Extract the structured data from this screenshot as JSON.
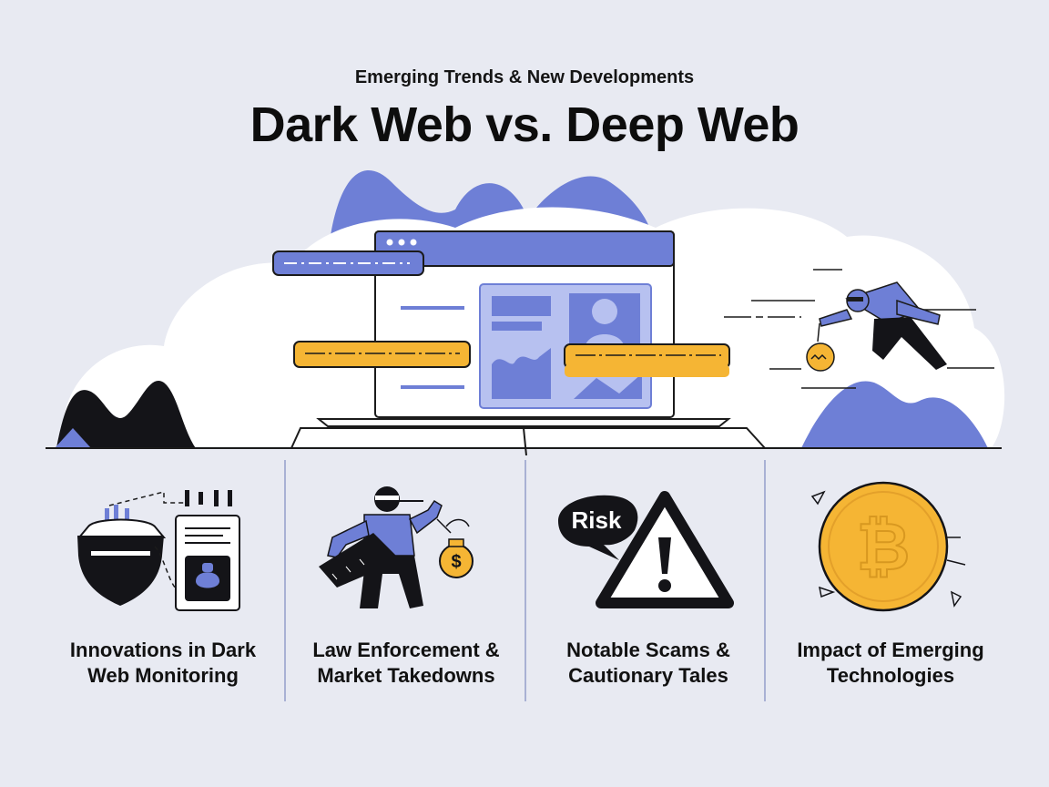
{
  "header": {
    "subtitle": "Emerging Trends & New Developments",
    "title": "Dark Web vs. Deep Web"
  },
  "colors": {
    "accent_blue": "#6e7fd6",
    "accent_yellow": "#f5b534",
    "dark": "#141418",
    "background": "#e8eaf2"
  },
  "icons": {
    "hero": "browser-window-cloud-hacker-illustration",
    "panel_1": "shield-monitoring-icon",
    "panel_2": "ninja-thief-icon",
    "panel_3": "warning-triangle-icon",
    "panel_4": "bitcoin-coin-icon"
  },
  "panels": [
    {
      "line1": "Innovations in Dark",
      "line2": "Web Monitoring"
    },
    {
      "line1": "Law Enforcement &",
      "line2": "Market Takedowns"
    },
    {
      "line1": "Notable Scams &",
      "line2": "Cautionary Tales",
      "bubble": "Risk"
    },
    {
      "line1": "Impact of Emerging",
      "line2": "Technologies"
    }
  ]
}
